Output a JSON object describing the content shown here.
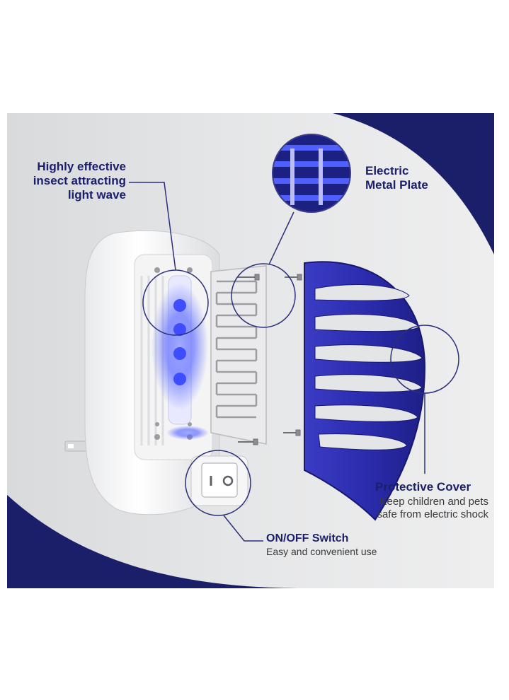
{
  "labels": {
    "light_wave": {
      "line1": "Highly effective",
      "line2": "insect attracting",
      "line3": "light wave"
    },
    "metal_plate": {
      "line1": "Electric",
      "line2": "Metal Plate"
    },
    "protective_cover": {
      "title": "Protective Cover",
      "line1": "Keep children and pets",
      "line2": "safe from electric shock"
    },
    "switch": {
      "title": "ON/OFF Switch",
      "subtitle": "Easy and convenient use"
    }
  },
  "colors": {
    "navy": "#1b1f6a",
    "blue_cover": "#2a2ba8",
    "uv_light": "#4d5cff",
    "background_grey": "#e2e3e5"
  }
}
